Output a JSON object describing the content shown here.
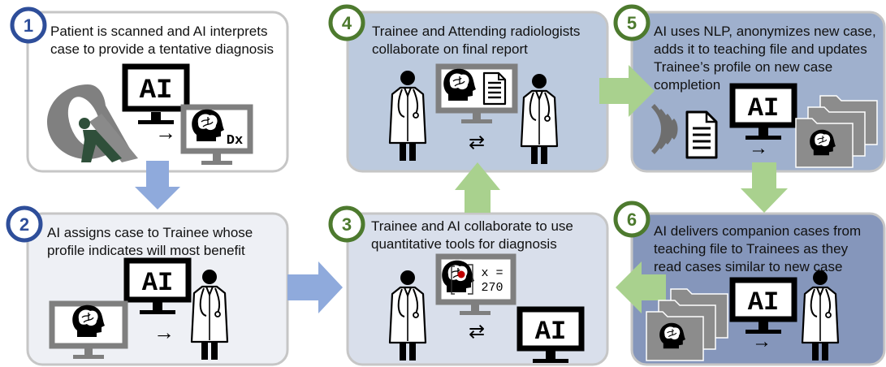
{
  "colors": {
    "box1_fill": "#ffffff",
    "box2_fill": "#eef0f5",
    "box3_fill": "#d9dfeb",
    "box4_fill": "#bccade",
    "box5_fill": "#9fb0cd",
    "box6_fill": "#8596bb",
    "box_border": "#c6c6c6",
    "badge_blue": "#2e4e9a",
    "badge_green": "#4d7a2e",
    "arrow_blue": "#8faadc",
    "arrow_green": "#a9d18e",
    "monitor_gray": "#7f7f7f",
    "scanner_gray": "#808080",
    "patient_green": "#2f4f3a",
    "folder_gray": "#8c8c8c"
  },
  "steps": [
    {
      "number": "1",
      "lines": [
        "Patient is scanned and AI interprets",
        "case to provide a tentative diagnosis"
      ]
    },
    {
      "number": "2",
      "lines": [
        "AI assigns case to Trainee whose",
        "profile indicates will most benefit"
      ]
    },
    {
      "number": "3",
      "lines": [
        "Trainee and AI collaborate to use",
        "quantitative tools for diagnosis"
      ]
    },
    {
      "number": "4",
      "lines": [
        "Trainee and Attending radiologists",
        "collaborate on final report"
      ]
    },
    {
      "number": "5",
      "lines": [
        "AI uses NLP, anonymizes new case,",
        "adds it to teaching file and updates",
        "Trainee’s profile on new case",
        "completion"
      ]
    },
    {
      "number": "6",
      "lines": [
        "AI delivers companion cases from",
        "teaching file to Trainees as they",
        "read cases similar to new case"
      ]
    }
  ],
  "labels": {
    "ai": "AI",
    "dx": "Dx",
    "measure_line1": "x =",
    "measure_line2": "270",
    "arrow_right": "→",
    "arrow_swap": "⇄"
  },
  "icons": [
    "ct-scanner-icon",
    "patient-icon",
    "monitor-icon",
    "brain-head-icon",
    "doctor-icon",
    "document-icon",
    "sound-wave-icon",
    "folder-icon"
  ]
}
